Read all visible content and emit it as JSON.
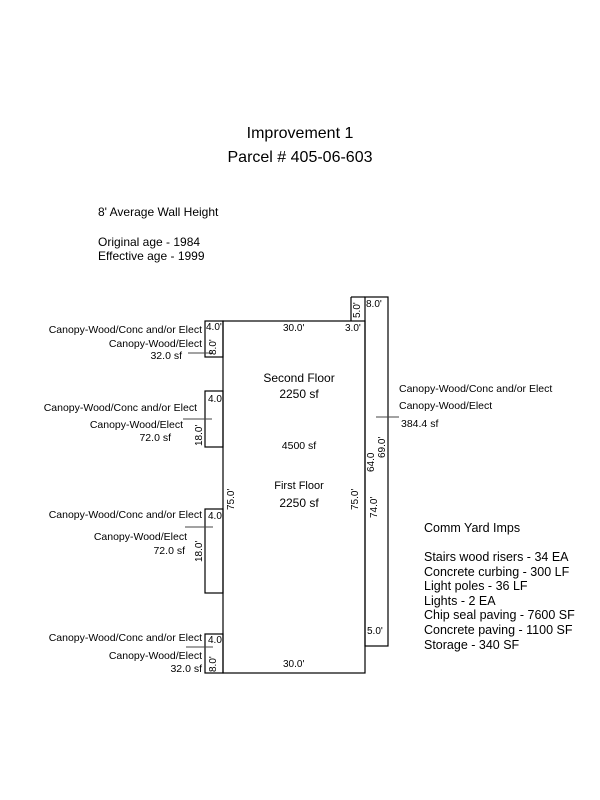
{
  "header": {
    "title": "Improvement 1",
    "parcel": "Parcel # 405-06-603"
  },
  "info": {
    "wall_height": "8' Average Wall Height",
    "original_age": "Original age - 1984",
    "effective_age": "Effective age - 1999"
  },
  "building": {
    "second_floor_label": "Second Floor",
    "second_floor_area": "2250 sf",
    "total_area": "4500 sf",
    "first_floor_label": "First Floor",
    "first_floor_area": "2250 sf",
    "dim_top": "30.0'",
    "dim_bottom": "30.0'",
    "dim_left": "75.0'",
    "dim_right": "75.0'",
    "dim_top_right": "3.0'"
  },
  "canopies": [
    {
      "line1": "Canopy-Wood/Conc and/or Elect",
      "line2": "Canopy-Wood/Elect",
      "area": "32.0 sf",
      "dim_w": "4.0'",
      "dim_h": "8.0'"
    },
    {
      "line1": "Canopy-Wood/Conc and/or Elect",
      "line2": "Canopy-Wood/Elect",
      "area": "72.0 sf",
      "dim_w": "4.0",
      "dim_h": "18.0'"
    },
    {
      "line1": "Canopy-Wood/Conc and/or Elect",
      "line2": "Canopy-Wood/Elect",
      "area": "72.0 sf",
      "dim_w": "4.0",
      "dim_h": "18.0'"
    },
    {
      "line1": "Canopy-Wood/Conc and/or Elect",
      "line2": "Canopy-Wood/Elect",
      "area": "32.0 sf",
      "dim_w": "4.0",
      "dim_h": "8.0'"
    },
    {
      "line1": "Canopy-Wood/Conc and/or Elect",
      "line2": "Canopy-Wood/Elect",
      "area": "384.4 sf",
      "dim_w": "8.0'",
      "dim_top": "5.0'",
      "dim_inner": "64.0",
      "dim_outer": "69.0'",
      "dim_lower": "74.0'",
      "dim_bottom": "5.0'"
    }
  ],
  "yard": {
    "title": "Comm Yard Imps",
    "items": [
      "Stairs wood risers - 34 EA",
      "Concrete curbing - 300 LF",
      "Light poles - 36 LF",
      "Lights - 2 EA",
      "Chip seal paving - 7600 SF",
      "Concrete paving - 1100 SF",
      "Storage - 340 SF"
    ]
  }
}
